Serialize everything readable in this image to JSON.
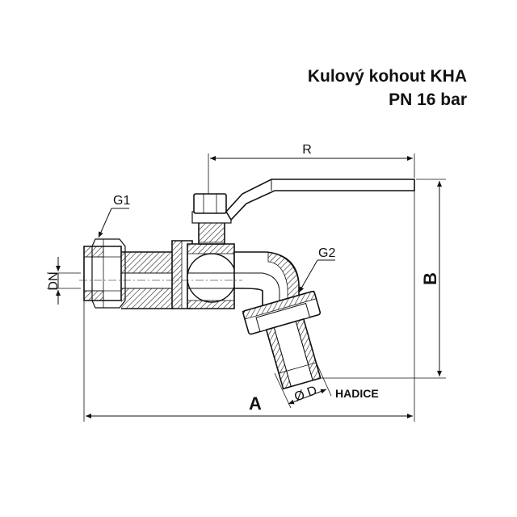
{
  "title": {
    "line1": "Kulový kohout KHA",
    "line2": "PN 16 bar"
  },
  "labels": {
    "r": "R",
    "g1": "G1",
    "g2": "G2",
    "dn": "DN",
    "b": "B",
    "a": "A",
    "d": "Ø D",
    "hadice": "HADICE"
  },
  "colors": {
    "line": "#111111",
    "hatch": "#222222",
    "fill": "#ffffff"
  }
}
